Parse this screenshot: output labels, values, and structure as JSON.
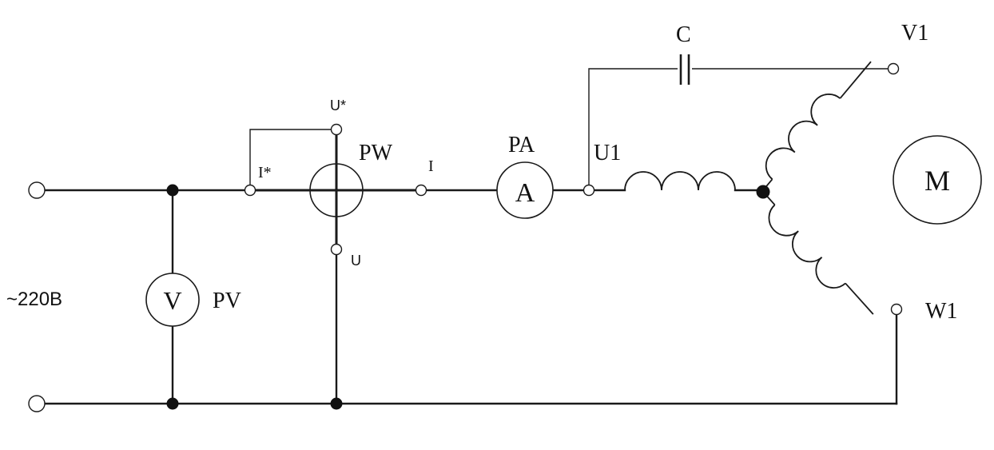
{
  "source": {
    "label": "~220В"
  },
  "voltmeter": {
    "symbol": "V",
    "label": "PV"
  },
  "wattmeter": {
    "label": "PW",
    "terminals": {
      "current_star": "I*",
      "current": "I",
      "voltage_star": "U*",
      "voltage": "U"
    }
  },
  "ammeter": {
    "symbol": "A",
    "label": "PA"
  },
  "capacitor": {
    "label": "C"
  },
  "motor": {
    "symbol": "M",
    "terminals": {
      "u1": "U1",
      "v1": "V1",
      "w1": "W1"
    }
  }
}
